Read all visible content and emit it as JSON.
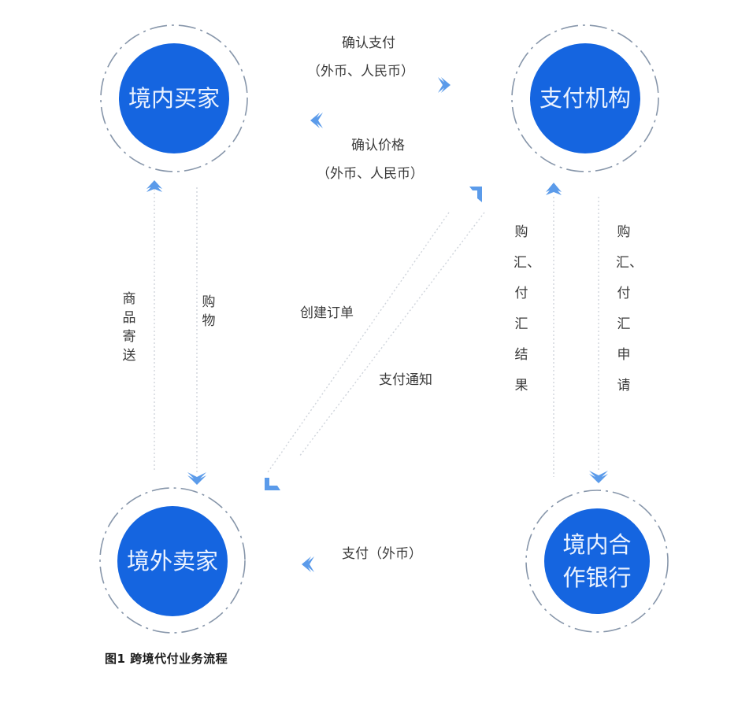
{
  "diagram": {
    "caption": "图1 跨境代付业务流程",
    "colors": {
      "node_fill": "#1565e0",
      "node_text": "#eaf2ff",
      "arrow": "#5b9bea",
      "ring": "#8a9bb0",
      "connector": "#c8ced6",
      "label_text": "#3a3a3a"
    },
    "nodes": [
      {
        "id": "domestic_buyer",
        "label": "境内买家"
      },
      {
        "id": "payment_institution",
        "label": "支付机构"
      },
      {
        "id": "overseas_seller",
        "label": "境外卖家"
      },
      {
        "id": "domestic_partner_bank",
        "label_line1": "境内合",
        "label_line2": "作银行"
      }
    ],
    "edges": [
      {
        "from": "domestic_buyer",
        "to": "payment_institution",
        "label_line1": "确认支付",
        "label_line2": "（外币、人民币）"
      },
      {
        "from": "payment_institution",
        "to": "domestic_buyer",
        "label_line1": "确认价格",
        "label_line2": "（外币、人民币）"
      },
      {
        "from": "overseas_seller",
        "to": "domestic_buyer",
        "label": "商品寄送"
      },
      {
        "from": "domestic_buyer",
        "to": "overseas_seller",
        "label": "购物"
      },
      {
        "from": "overseas_seller",
        "to": "payment_institution",
        "label": "创建订单"
      },
      {
        "from": "payment_institution",
        "to": "overseas_seller",
        "label": "支付通知"
      },
      {
        "from": "domestic_partner_bank",
        "to": "payment_institution",
        "label": "购汇、付汇结果"
      },
      {
        "from": "payment_institution",
        "to": "domestic_partner_bank",
        "label": "购汇、付汇申请"
      },
      {
        "from": "domestic_partner_bank",
        "to": "overseas_seller",
        "label": "支付（外币）"
      }
    ]
  }
}
